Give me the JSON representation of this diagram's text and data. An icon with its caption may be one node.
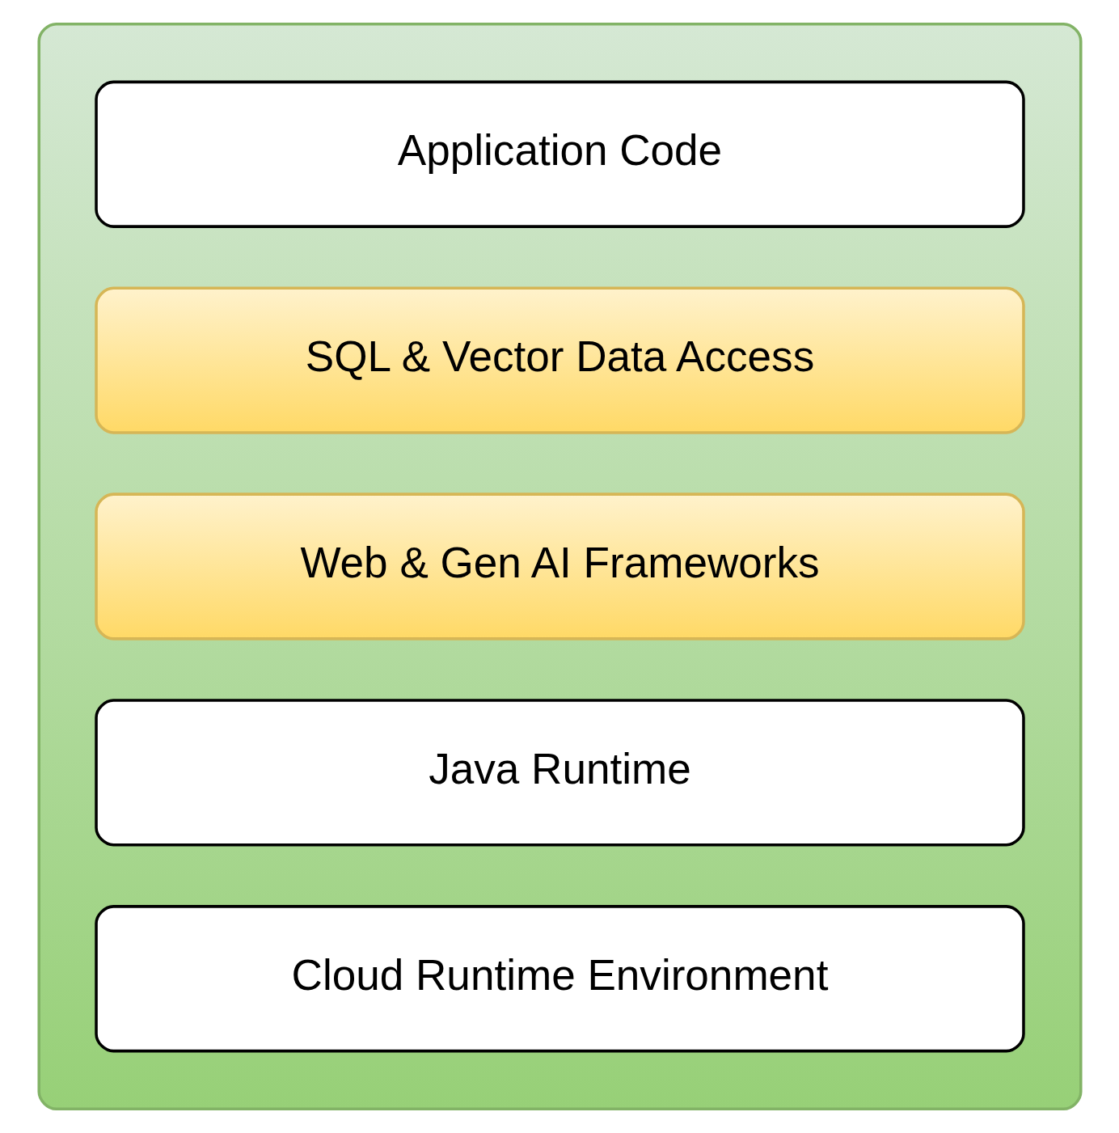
{
  "diagram": {
    "nodes": [
      {
        "text": [],
        "shape": "box"
      },
      {
        "text": [
          "Application Code"
        ],
        "in": 0
      },
      {
        "text": [
          "SQL & Vector Data Access"
        ],
        "in": 0
      },
      {
        "text": [
          "Web & Gen AI Frameworks"
        ],
        "in": 0
      },
      {
        "text": [
          "Java Runtime"
        ],
        "in": 0
      },
      {
        "text": [
          "Cloud Runtime Environment"
        ],
        "in": 0
      }
    ],
    "edges": []
  }
}
